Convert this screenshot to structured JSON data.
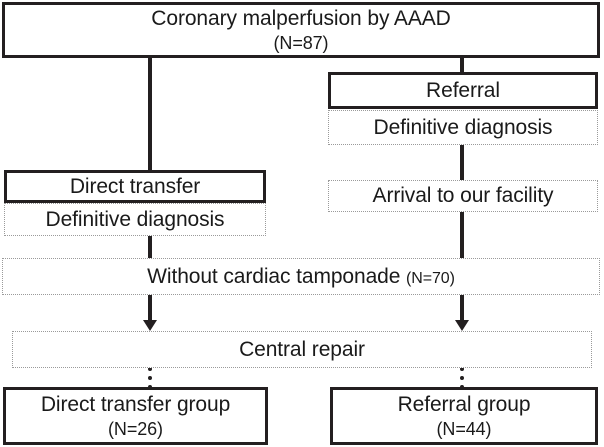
{
  "figure": {
    "type": "flowchart",
    "title": "Coronary malperfusion by AAAD patient flow",
    "background_color": "#ffffff",
    "stroke_color": "#231f20",
    "dotted_stroke_color": "#9a9a9a"
  },
  "nodes": {
    "root": {
      "line1": "Coronary malperfusion by AAAD",
      "line2": "(N=87)",
      "style": "solid"
    },
    "referral": {
      "line1": "Referral",
      "style": "solid"
    },
    "referral_diagnosis": {
      "line1": "Definitive diagnosis",
      "style": "dotted"
    },
    "arrival": {
      "line1": "Arrival to our facility",
      "style": "dotted"
    },
    "direct_transfer": {
      "line1": "Direct transfer",
      "style": "solid"
    },
    "direct_diagnosis": {
      "line1": "Definitive diagnosis",
      "style": "dotted"
    },
    "without_tamponade": {
      "line1": "Without cardiac tamponade ",
      "count": "(N=70)",
      "style": "dotted"
    },
    "central_repair": {
      "line1": "Central repair",
      "style": "dotted"
    },
    "direct_transfer_group": {
      "line1": "Direct transfer group",
      "line2": "(N=26)",
      "style": "solid"
    },
    "referral_group": {
      "line1": "Referral group",
      "line2": "(N=44)",
      "style": "solid"
    }
  },
  "connectors": [
    {
      "name": "root-to-direct-transfer",
      "style": "solid"
    },
    {
      "name": "root-to-referral",
      "style": "solid"
    },
    {
      "name": "referral-diagnosis-to-arrival",
      "style": "solid"
    },
    {
      "name": "direct-diagnosis-to-without-tamponade",
      "style": "solid"
    },
    {
      "name": "arrival-to-without-tamponade",
      "style": "solid"
    },
    {
      "name": "without-tamponade-to-central-repair-left",
      "style": "solid-arrow"
    },
    {
      "name": "without-tamponade-to-central-repair-right",
      "style": "solid-arrow"
    },
    {
      "name": "central-repair-to-direct-transfer-group",
      "style": "dotted"
    },
    {
      "name": "central-repair-to-referral-group",
      "style": "dotted"
    }
  ]
}
